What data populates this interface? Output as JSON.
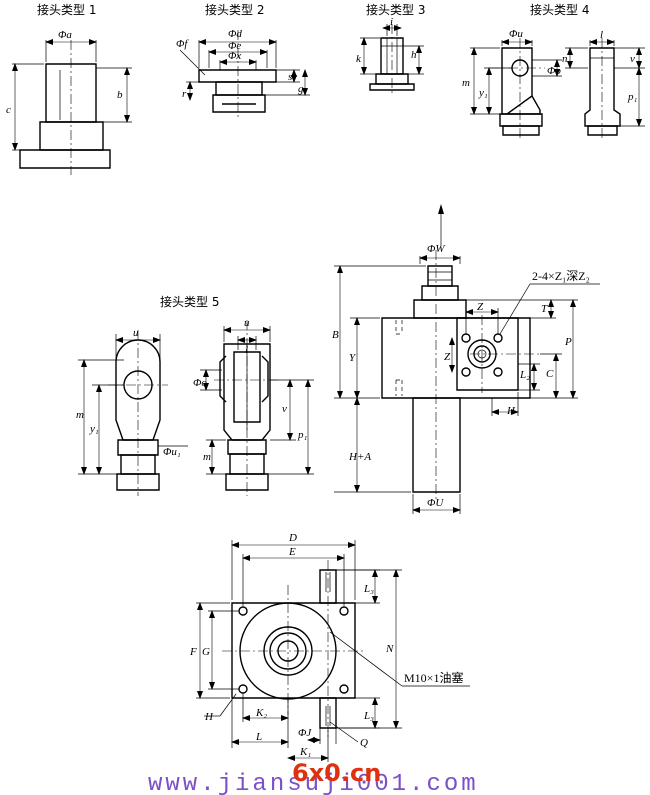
{
  "titles": {
    "t1": "接头类型 1",
    "t2": "接头类型 2",
    "t3": "接头类型 3",
    "t4": "接头类型 4",
    "t5": "接头类型 5"
  },
  "labels": {
    "phi_a": "Φa",
    "b": "b",
    "c": "c",
    "phi_f": "Φf",
    "phi_d": "Φd",
    "phi_e": "Φe",
    "phi_x": "Φx",
    "r": "r",
    "s": "s",
    "g": "g",
    "i": "i",
    "k": "k",
    "h": "h",
    "phi_u4": "Φu",
    "l4": "l",
    "m4": "m",
    "y1_4": "y₁",
    "phi_o4": "Φo",
    "n": "n",
    "v4": "v",
    "p1_4": "p₁",
    "u5a": "u",
    "m5a": "m",
    "y1_5": "y₁",
    "phi_u1": "Φu₁",
    "u5b": "u",
    "l5": "l",
    "phi_o5": "Φo",
    "v5": "v",
    "p1_5": "p₁",
    "m5b": "m",
    "phi_W": "ΦW",
    "B": "B",
    "Y": "Y",
    "H_A": "H+A",
    "phi_U": "ΦU",
    "bolt": "2-4×Z₁深Z₂",
    "Z_top": "Z",
    "Z_side": "Z",
    "T": "T",
    "P": "P",
    "L2": "L₂",
    "C": "C",
    "H_side": "H",
    "D": "D",
    "E": "E",
    "L3_top": "L₃",
    "F": "F",
    "G": "G",
    "N": "N",
    "oil": "M10×1油塞",
    "L3_bot": "L₃",
    "H_bot": "H",
    "K2": "K₂",
    "L": "L",
    "phi_J": "ΦJ",
    "K1": "K₁",
    "Q": "Q"
  },
  "watermark": {
    "url": "www.jiansuji001.com",
    "brand": "6x0.cn",
    "url_color": "#7a4fc8",
    "brand_color": "#e03010"
  }
}
